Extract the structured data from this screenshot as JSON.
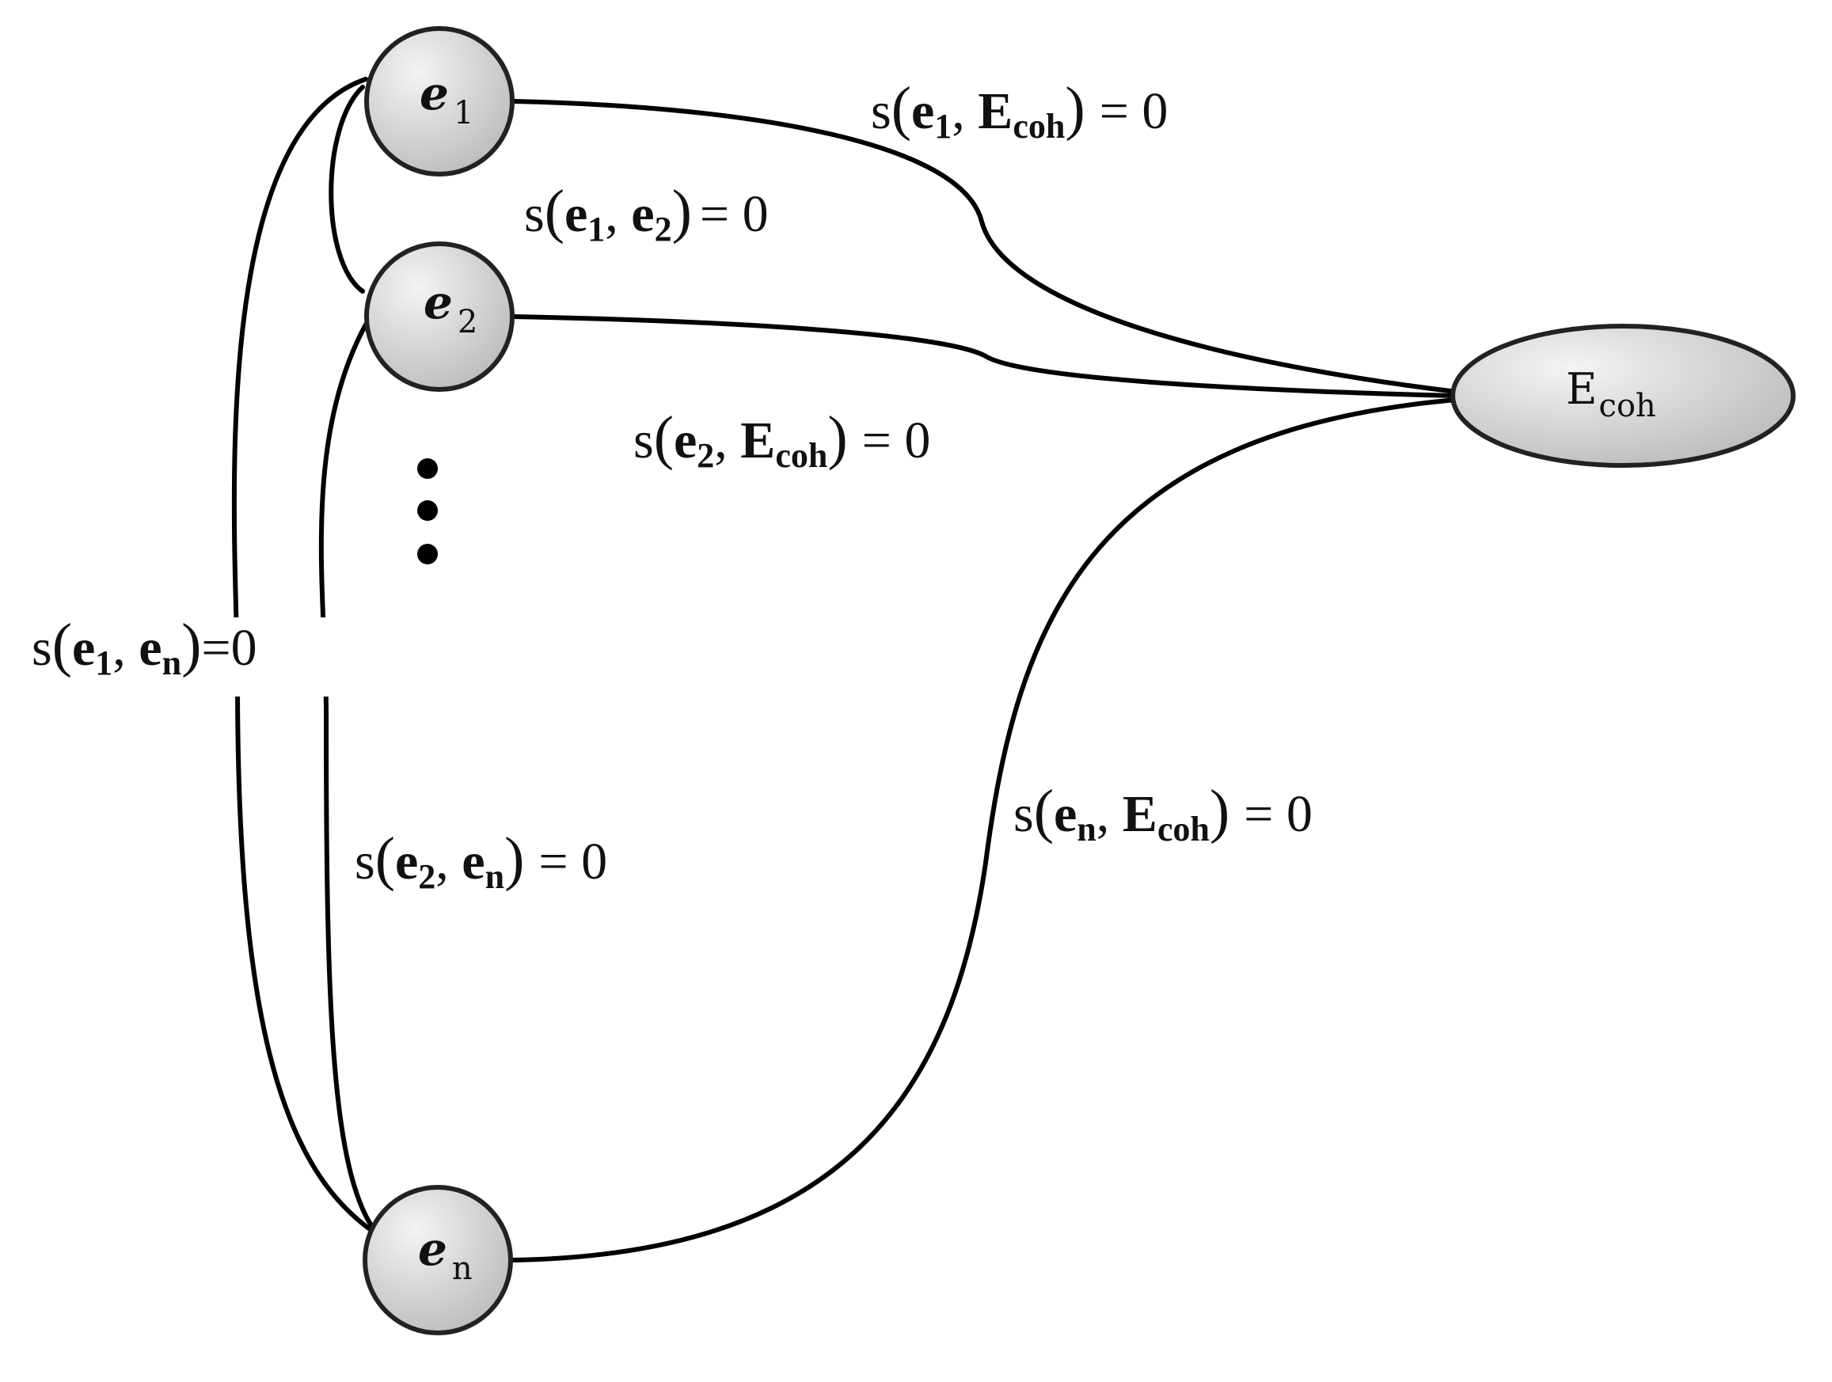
{
  "nodes": {
    "e1": {
      "base": "e",
      "sub": "1"
    },
    "e2": {
      "base": "e",
      "sub": "2"
    },
    "en": {
      "base": "e",
      "sub": "n"
    },
    "ecoh": {
      "base": "E",
      "sub": "coh"
    }
  },
  "edge_labels": {
    "e1_ecoh": {
      "fn": "s",
      "a": "e",
      "a_sub": "1",
      "b": "E",
      "b_sub": "coh",
      "value": "= 0"
    },
    "e1_e2": {
      "fn": "s",
      "a": "e",
      "a_sub": "1",
      "b": "e",
      "b_sub": "2",
      "value": "= 0"
    },
    "e2_ecoh": {
      "fn": "s",
      "a": "e",
      "a_sub": "2",
      "b": "E",
      "b_sub": "coh",
      "value": "= 0"
    },
    "e1_en": {
      "fn": "s",
      "a": "e",
      "a_sub": "1",
      "b": "e",
      "b_sub": "n",
      "value": "=0"
    },
    "e2_en": {
      "fn": "s",
      "a": "e",
      "a_sub": "2",
      "b": "e",
      "b_sub": "n",
      "value": "= 0"
    },
    "en_ecoh": {
      "fn": "s",
      "a": "e",
      "a_sub": "n",
      "b": "E",
      "b_sub": "coh",
      "value": "= 0"
    }
  },
  "colors": {
    "node_fill_light": "#f4f4f4",
    "node_fill_dark": "#bdbdbd",
    "stroke": "#000000"
  }
}
